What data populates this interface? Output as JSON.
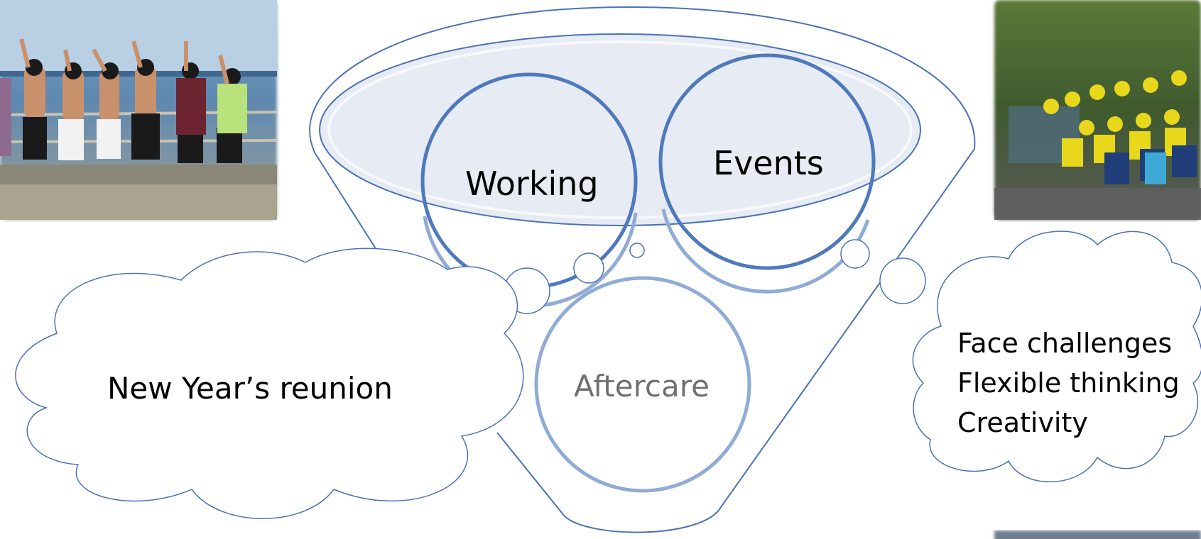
{
  "diagram": {
    "funnel_circles": [
      "Working",
      "Events",
      "Aftercare"
    ],
    "left_cloud": "New Year’s reunion",
    "right_cloud": [
      "Face challenges",
      "Flexible thinking",
      "Creativity"
    ]
  },
  "colors": {
    "outline": "#4a72b8",
    "circle_dark": "#4e79bd",
    "circle_light": "#8fabd6",
    "ellipse_fill": "#e6ebf4",
    "aftercare_text": "#707070"
  },
  "photos": [
    {
      "name": "beach-group-photo"
    },
    {
      "name": "canyoning-group-photo"
    },
    {
      "name": "partial-photo"
    }
  ]
}
